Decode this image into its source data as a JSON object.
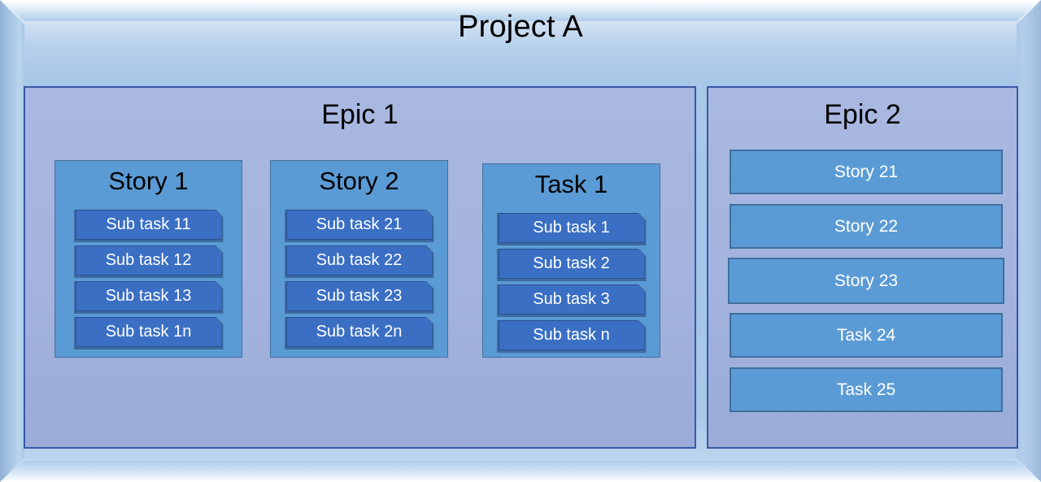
{
  "project": {
    "title": "Project A"
  },
  "epics": [
    {
      "id": "epic-1",
      "title": "Epic 1",
      "columns": [
        {
          "id": "col-story-1",
          "title": "Story 1",
          "items": [
            "Sub task 11",
            "Sub task 12",
            "Sub task 13",
            "Sub task 1n"
          ]
        },
        {
          "id": "col-story-2",
          "title": "Story 2",
          "items": [
            "Sub task 21",
            "Sub task 22",
            "Sub task 23",
            "Sub task 2n"
          ]
        },
        {
          "id": "col-task-1",
          "title": "Task 1",
          "items": [
            "Sub task 1",
            "Sub task 2",
            "Sub task 3",
            "Sub task n"
          ]
        }
      ]
    },
    {
      "id": "epic-2",
      "title": "Epic 2",
      "items": [
        "Story 21",
        "Story 22",
        "Story 23",
        "Task 24",
        "Task 25"
      ]
    }
  ],
  "colors": {
    "frame_background": "#a4c5e7",
    "epic_fill": "#a4b4de",
    "epic_border": "#3a57a8",
    "column_fill": "#5b9bd5",
    "column_border": "#41709c",
    "subtask_fill": "#3a6fc4",
    "subtask_border": "#2a4f8e",
    "epic2_item_fill": "#5b9bd5",
    "epic2_item_border": "#3d6f9e",
    "title_text": "#000000",
    "item_text": "#ffffff"
  }
}
